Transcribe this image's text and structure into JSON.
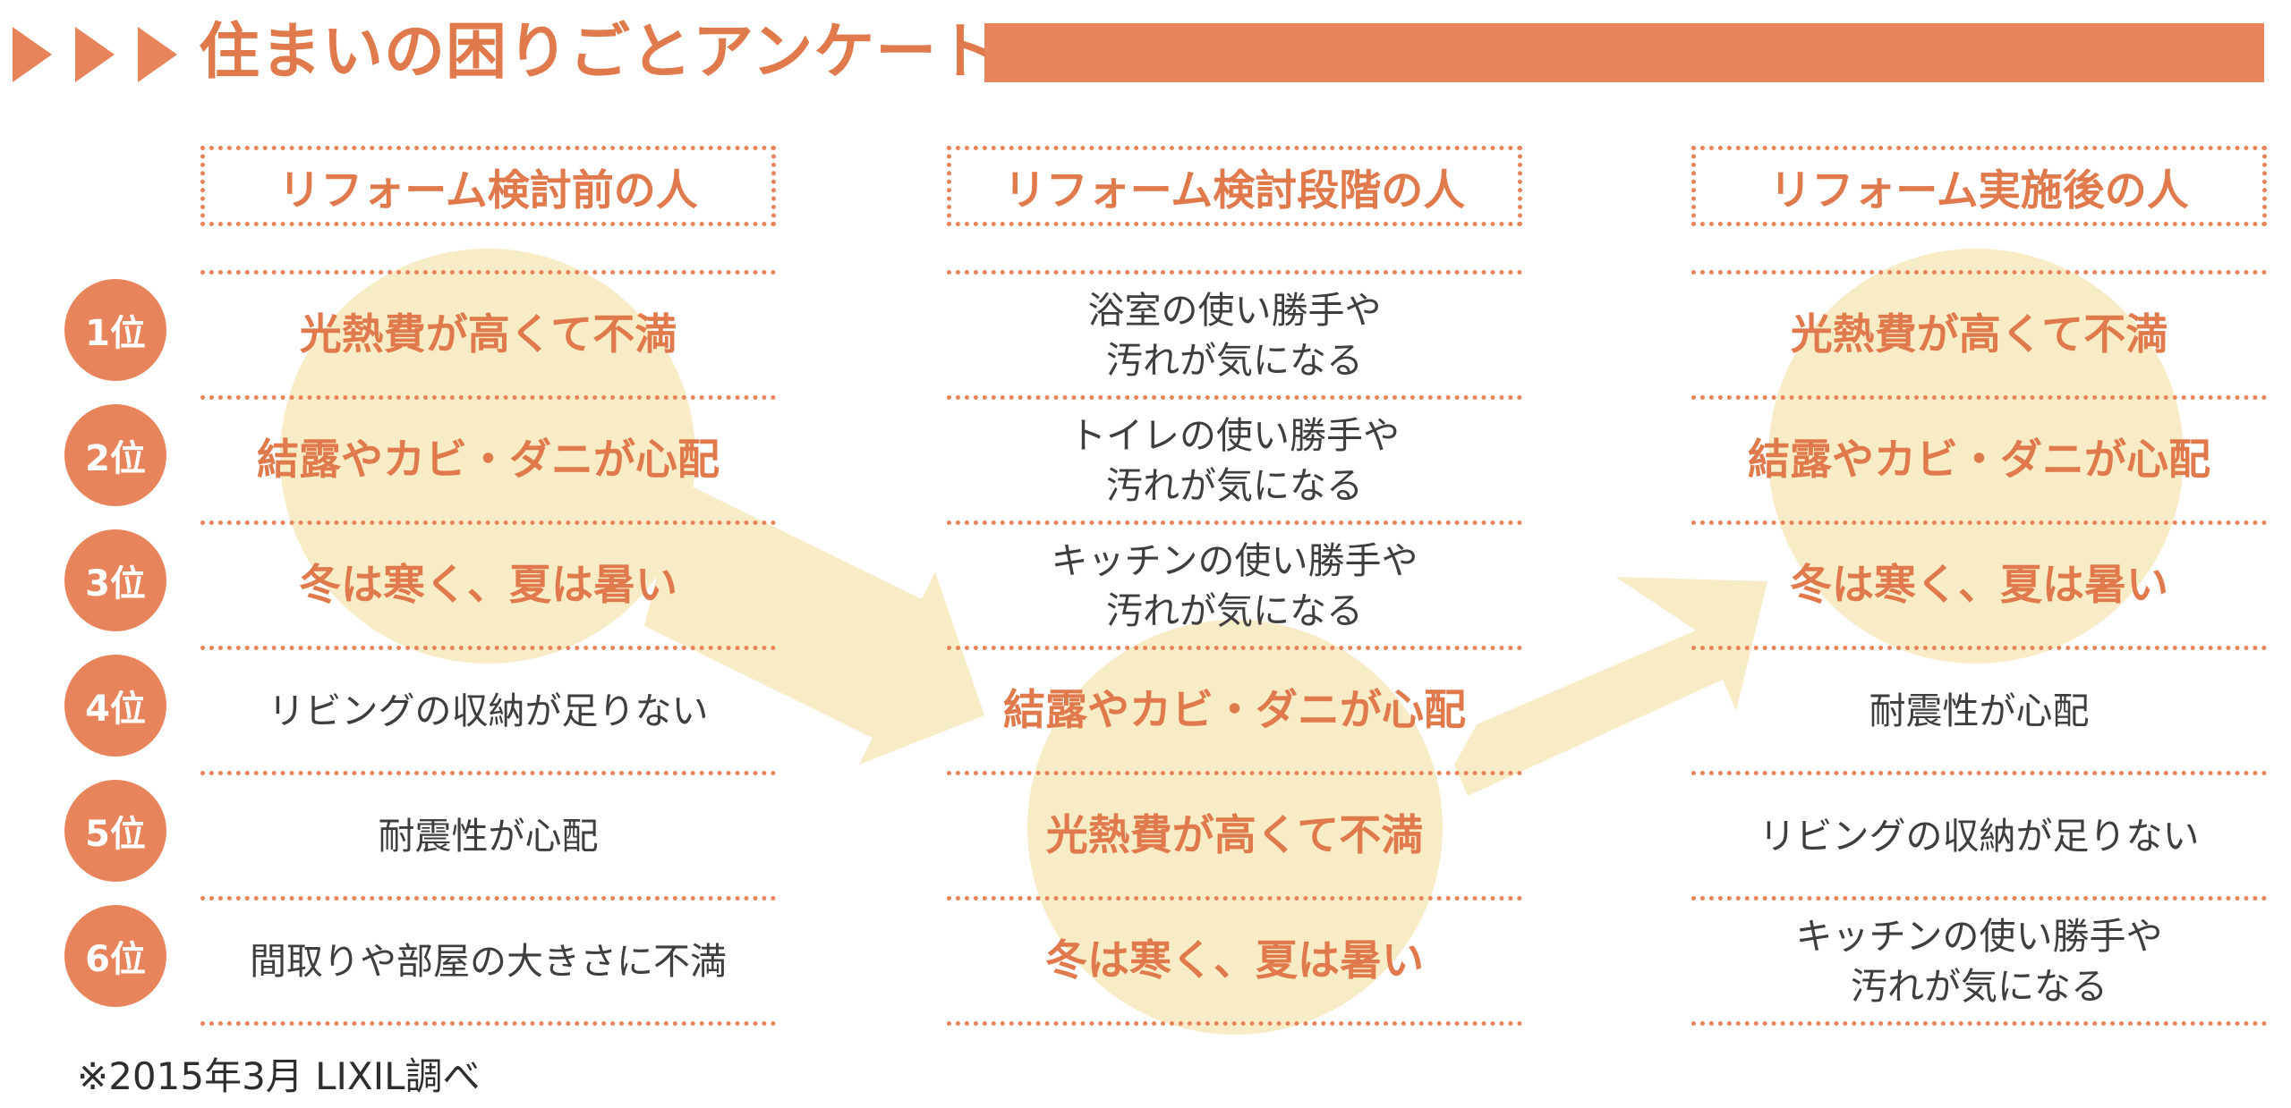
{
  "header": {
    "title": "住まいの困りごとアンケート"
  },
  "colors": {
    "accent": "#e8845c",
    "accent_text": "#e07a4c",
    "highlight_circle": "#f7ecc6",
    "body_text": "#3e3e3e"
  },
  "ranks": [
    "1位",
    "2位",
    "3位",
    "4位",
    "5位",
    "6位"
  ],
  "columns": [
    {
      "header": "リフォーム検討前の人",
      "items": [
        {
          "text": "光熱費が高くて不満",
          "highlight": true
        },
        {
          "text": "結露やカビ・ダニが心配",
          "highlight": true
        },
        {
          "text": "冬は寒く、夏は暑い",
          "highlight": true
        },
        {
          "text": "リビングの収納が足りない",
          "highlight": false
        },
        {
          "text": "耐震性が心配",
          "highlight": false
        },
        {
          "text": "間取りや部屋の大きさに不満",
          "highlight": false
        }
      ]
    },
    {
      "header": "リフォーム検討段階の人",
      "items": [
        {
          "text": "浴室の使い勝手や\n汚れが気になる",
          "highlight": false
        },
        {
          "text": "トイレの使い勝手や\n汚れが気になる",
          "highlight": false
        },
        {
          "text": "キッチンの使い勝手や\n汚れが気になる",
          "highlight": false
        },
        {
          "text": "結露やカビ・ダニが心配",
          "highlight": true
        },
        {
          "text": "光熱費が高くて不満",
          "highlight": true
        },
        {
          "text": "冬は寒く、夏は暑い",
          "highlight": true
        }
      ]
    },
    {
      "header": "リフォーム実施後の人",
      "items": [
        {
          "text": "光熱費が高くて不満",
          "highlight": true
        },
        {
          "text": "結露やカビ・ダニが心配",
          "highlight": true
        },
        {
          "text": "冬は寒く、夏は暑い",
          "highlight": true
        },
        {
          "text": "耐震性が心配",
          "highlight": false
        },
        {
          "text": "リビングの収納が足りない",
          "highlight": false
        },
        {
          "text": "キッチンの使い勝手や\n汚れが気になる",
          "highlight": false
        }
      ]
    }
  ],
  "footnote": "※2015年3月 LIXIL調べ"
}
